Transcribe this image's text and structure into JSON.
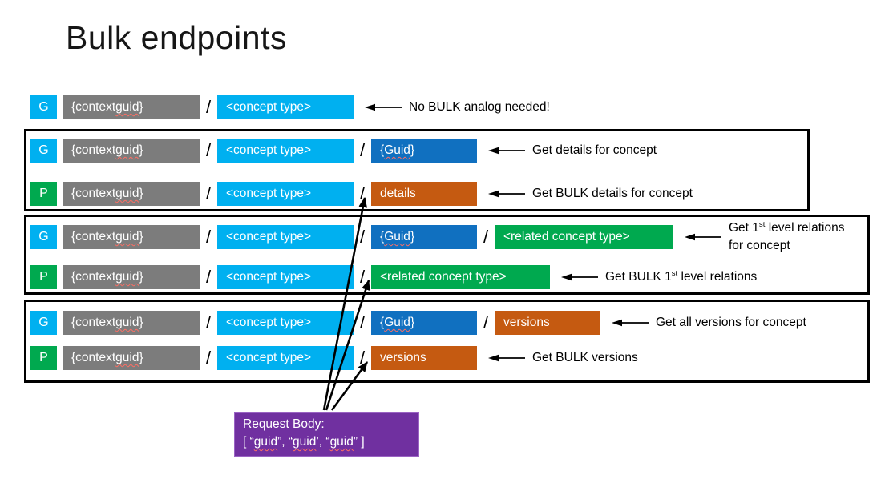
{
  "title": "Bulk endpoints",
  "slash": "/",
  "colors": {
    "cyan": "#00B0F0",
    "green": "#00A94F",
    "blue": "#1070C0",
    "orange": "#C55A11",
    "gray": "#7C7C7C",
    "purple": "#7030A0",
    "border_black": "#000000",
    "squiggle_red": "#FF6E64"
  },
  "rows": [
    {
      "name": "endpoint-row-get-concepts",
      "method": {
        "label": "G",
        "color": "cyan"
      },
      "segments": [
        {
          "kind": "box",
          "role": "context-guid",
          "color": "gray",
          "parts": [
            {
              "t": "{context "
            },
            {
              "t": "guid",
              "wavy": true
            },
            {
              "t": "}"
            }
          ]
        },
        {
          "kind": "slash"
        },
        {
          "kind": "box",
          "role": "concept-type",
          "color": "cyan",
          "parts": [
            {
              "t": "<concept type>"
            }
          ]
        }
      ],
      "annotation": {
        "lines": [
          [
            {
              "t": "No BULK analog needed!"
            }
          ]
        ]
      }
    },
    {
      "name": "endpoint-row-get-concept-details",
      "method": {
        "label": "G",
        "color": "cyan"
      },
      "segments": [
        {
          "kind": "box",
          "role": "context-guid",
          "color": "gray",
          "parts": [
            {
              "t": "{context "
            },
            {
              "t": "guid",
              "wavy": true
            },
            {
              "t": "}"
            }
          ]
        },
        {
          "kind": "slash"
        },
        {
          "kind": "box",
          "role": "concept-type",
          "color": "cyan",
          "parts": [
            {
              "t": "<concept type>"
            }
          ]
        },
        {
          "kind": "slash"
        },
        {
          "kind": "box",
          "role": "guid",
          "color": "blue",
          "parts": [
            {
              "t": "{"
            },
            {
              "t": "Guid",
              "wavy": true
            },
            {
              "t": "}"
            }
          ]
        }
      ],
      "annotation": {
        "lines": [
          [
            {
              "t": "Get details for concept"
            }
          ]
        ]
      }
    },
    {
      "name": "endpoint-row-bulk-details",
      "method": {
        "label": "P",
        "color": "green"
      },
      "segments": [
        {
          "kind": "box",
          "role": "context-guid",
          "color": "gray",
          "parts": [
            {
              "t": "{context "
            },
            {
              "t": "guid",
              "wavy": true
            },
            {
              "t": "}"
            }
          ]
        },
        {
          "kind": "slash"
        },
        {
          "kind": "box",
          "role": "concept-type",
          "color": "cyan",
          "parts": [
            {
              "t": "<concept type>"
            }
          ]
        },
        {
          "kind": "slash"
        },
        {
          "kind": "box",
          "role": "details",
          "color": "orange",
          "parts": [
            {
              "t": "details"
            }
          ]
        }
      ],
      "annotation": {
        "lines": [
          [
            {
              "t": "Get BULK details for concept"
            }
          ]
        ]
      }
    },
    {
      "name": "endpoint-row-get-relations",
      "method": {
        "label": "G",
        "color": "cyan"
      },
      "segments": [
        {
          "kind": "box",
          "role": "context-guid",
          "color": "gray",
          "parts": [
            {
              "t": "{context "
            },
            {
              "t": "guid",
              "wavy": true
            },
            {
              "t": "}"
            }
          ]
        },
        {
          "kind": "slash"
        },
        {
          "kind": "box",
          "role": "concept-type",
          "color": "cyan",
          "parts": [
            {
              "t": "<concept type>"
            }
          ]
        },
        {
          "kind": "slash"
        },
        {
          "kind": "box",
          "role": "guid",
          "color": "blue",
          "parts": [
            {
              "t": "{"
            },
            {
              "t": "Guid",
              "wavy": true
            },
            {
              "t": "}"
            }
          ]
        },
        {
          "kind": "slash"
        },
        {
          "kind": "box",
          "role": "related-concept-type",
          "color": "green",
          "parts": [
            {
              "t": "<related concept type>"
            }
          ]
        }
      ],
      "annotation": {
        "lines": [
          [
            {
              "t": "Get 1"
            },
            {
              "t": "st",
              "sup": true
            },
            {
              "t": " level relations"
            }
          ],
          [
            {
              "t": "for concept"
            }
          ]
        ]
      }
    },
    {
      "name": "endpoint-row-bulk-relations",
      "method": {
        "label": "P",
        "color": "green"
      },
      "segments": [
        {
          "kind": "box",
          "role": "context-guid",
          "color": "gray",
          "parts": [
            {
              "t": "{context "
            },
            {
              "t": "guid",
              "wavy": true
            },
            {
              "t": "}"
            }
          ]
        },
        {
          "kind": "slash"
        },
        {
          "kind": "box",
          "role": "concept-type",
          "color": "cyan",
          "parts": [
            {
              "t": "<concept type>"
            }
          ]
        },
        {
          "kind": "slash"
        },
        {
          "kind": "box",
          "role": "related-concept-type",
          "color": "green",
          "parts": [
            {
              "t": "<related concept type>"
            }
          ]
        }
      ],
      "annotation": {
        "lines": [
          [
            {
              "t": "Get BULK 1"
            },
            {
              "t": "st",
              "sup": true
            },
            {
              "t": " level relations"
            }
          ]
        ]
      }
    },
    {
      "name": "endpoint-row-get-versions",
      "method": {
        "label": "G",
        "color": "cyan"
      },
      "segments": [
        {
          "kind": "box",
          "role": "context-guid",
          "color": "gray",
          "parts": [
            {
              "t": "{context "
            },
            {
              "t": "guid",
              "wavy": true
            },
            {
              "t": "}"
            }
          ]
        },
        {
          "kind": "slash"
        },
        {
          "kind": "box",
          "role": "concept-type",
          "color": "cyan",
          "parts": [
            {
              "t": "<concept type>"
            }
          ]
        },
        {
          "kind": "slash"
        },
        {
          "kind": "box",
          "role": "guid",
          "color": "blue",
          "parts": [
            {
              "t": "{"
            },
            {
              "t": "Guid",
              "wavy": true
            },
            {
              "t": "}"
            }
          ]
        },
        {
          "kind": "slash"
        },
        {
          "kind": "box",
          "role": "versions",
          "color": "orange",
          "parts": [
            {
              "t": "versions"
            }
          ]
        }
      ],
      "annotation": {
        "lines": [
          [
            {
              "t": "Get all versions for concept"
            }
          ]
        ]
      }
    },
    {
      "name": "endpoint-row-bulk-versions",
      "method": {
        "label": "P",
        "color": "green"
      },
      "segments": [
        {
          "kind": "box",
          "role": "context-guid",
          "color": "gray",
          "parts": [
            {
              "t": "{context "
            },
            {
              "t": "guid",
              "wavy": true
            },
            {
              "t": "}"
            }
          ]
        },
        {
          "kind": "slash"
        },
        {
          "kind": "box",
          "role": "concept-type",
          "color": "cyan",
          "parts": [
            {
              "t": "<concept type>"
            }
          ]
        },
        {
          "kind": "slash"
        },
        {
          "kind": "box",
          "role": "versions",
          "color": "orange",
          "parts": [
            {
              "t": "versions"
            }
          ]
        }
      ],
      "annotation": {
        "lines": [
          [
            {
              "t": "Get BULK versions"
            }
          ]
        ]
      }
    }
  ],
  "request_body": {
    "title": "Request Body:",
    "value_parts": [
      {
        "t": "[ “"
      },
      {
        "t": "guid",
        "wavy": true
      },
      {
        "t": "”, “"
      },
      {
        "t": "guid",
        "wavy": true
      },
      {
        "t": "’, “"
      },
      {
        "t": "guid",
        "wavy": true
      },
      {
        "t": "” ]"
      }
    ]
  }
}
